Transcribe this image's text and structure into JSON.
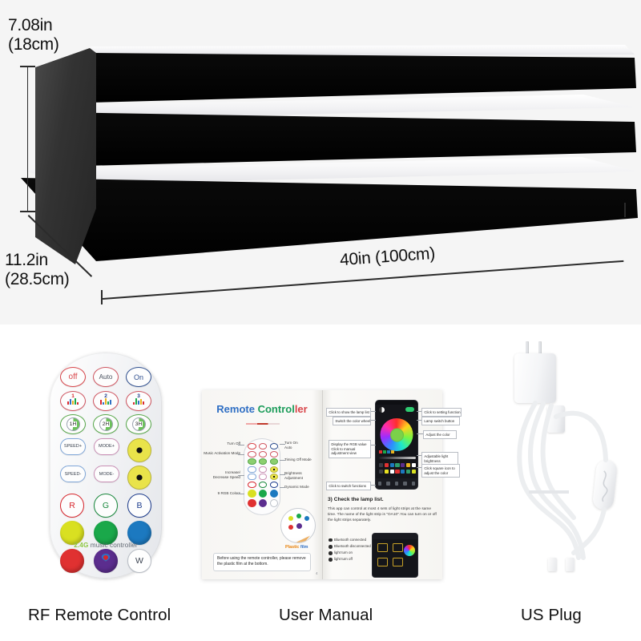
{
  "product": {
    "dimensions": {
      "height": "7.08in\n(18cm)",
      "depth": "11.2in\n(28.5cm)",
      "width": "40in (100cm)"
    },
    "tiers": 3,
    "colors": {
      "body": "#000000",
      "shelf_surface": "#ffffff",
      "side": "#333333"
    }
  },
  "captions": {
    "remote": "RF Remote Control",
    "manual": "User Manual",
    "plug": "US Plug"
  },
  "remote": {
    "brand_prefix": "2.4G",
    "brand_suffix": " music controller",
    "row_power": [
      "off",
      "Auto",
      "On"
    ],
    "row_music": [
      "1",
      "2",
      "3"
    ],
    "row_timer": [
      "1H",
      "2H",
      "3H"
    ],
    "row_speed": [
      "SPEED+",
      "SPEED-"
    ],
    "row_mode": [
      "MODE+",
      "MODE-"
    ],
    "row_rgb": [
      "R",
      "G",
      "B"
    ],
    "swatches_top": [
      "#d9e021",
      "#1aa84a",
      "#1c79c0"
    ],
    "swatches_bottom": [
      "#e03131",
      "#5b2d8e"
    ],
    "white_label": "W"
  },
  "manual": {
    "title_parts": [
      "Remote",
      " ",
      "Control",
      "ler"
    ],
    "callouts_left_page": [
      "Turn Off",
      "Music Activation Mode",
      "Increase/\nDecrease Speed",
      "9 RGB Colors",
      "Turn On\nAuto",
      "Timing Off Mode",
      "Brightness\nAdjustment",
      "Dynamic Mode"
    ],
    "plastic_film_label_1": "Plastic",
    "plastic_film_label_2": " film",
    "note": "Before using the remote controller, please\nremove the plastic film at the bottom.",
    "page_number": "4",
    "callouts_right_page": [
      "Click to show the lamp list",
      "Switch the color wheel",
      "Display the RGB value\nClick to manual\nadjustment view",
      "Click to switch functions",
      "Click to setting function",
      "Lamp switch button",
      "Adjust the color",
      "Adjustable light\nbrightness",
      "Click square icon to\nadjust the color"
    ],
    "section_heading": "3)  Check the lamp list.",
    "section_body": "This app can control at most 4 sets of light strips at the same time. The name of the light strip is \"OA10\".You can turn on or off the light strips separately.",
    "bullets": [
      "Bluetooth connected",
      "Bluetooth disconnected",
      "light turn on",
      "light turn off"
    ]
  },
  "plug": {
    "type": "US Plug",
    "parts": [
      "wall-adapter",
      "connector",
      "inline-controller",
      "two-connector-tips"
    ]
  }
}
